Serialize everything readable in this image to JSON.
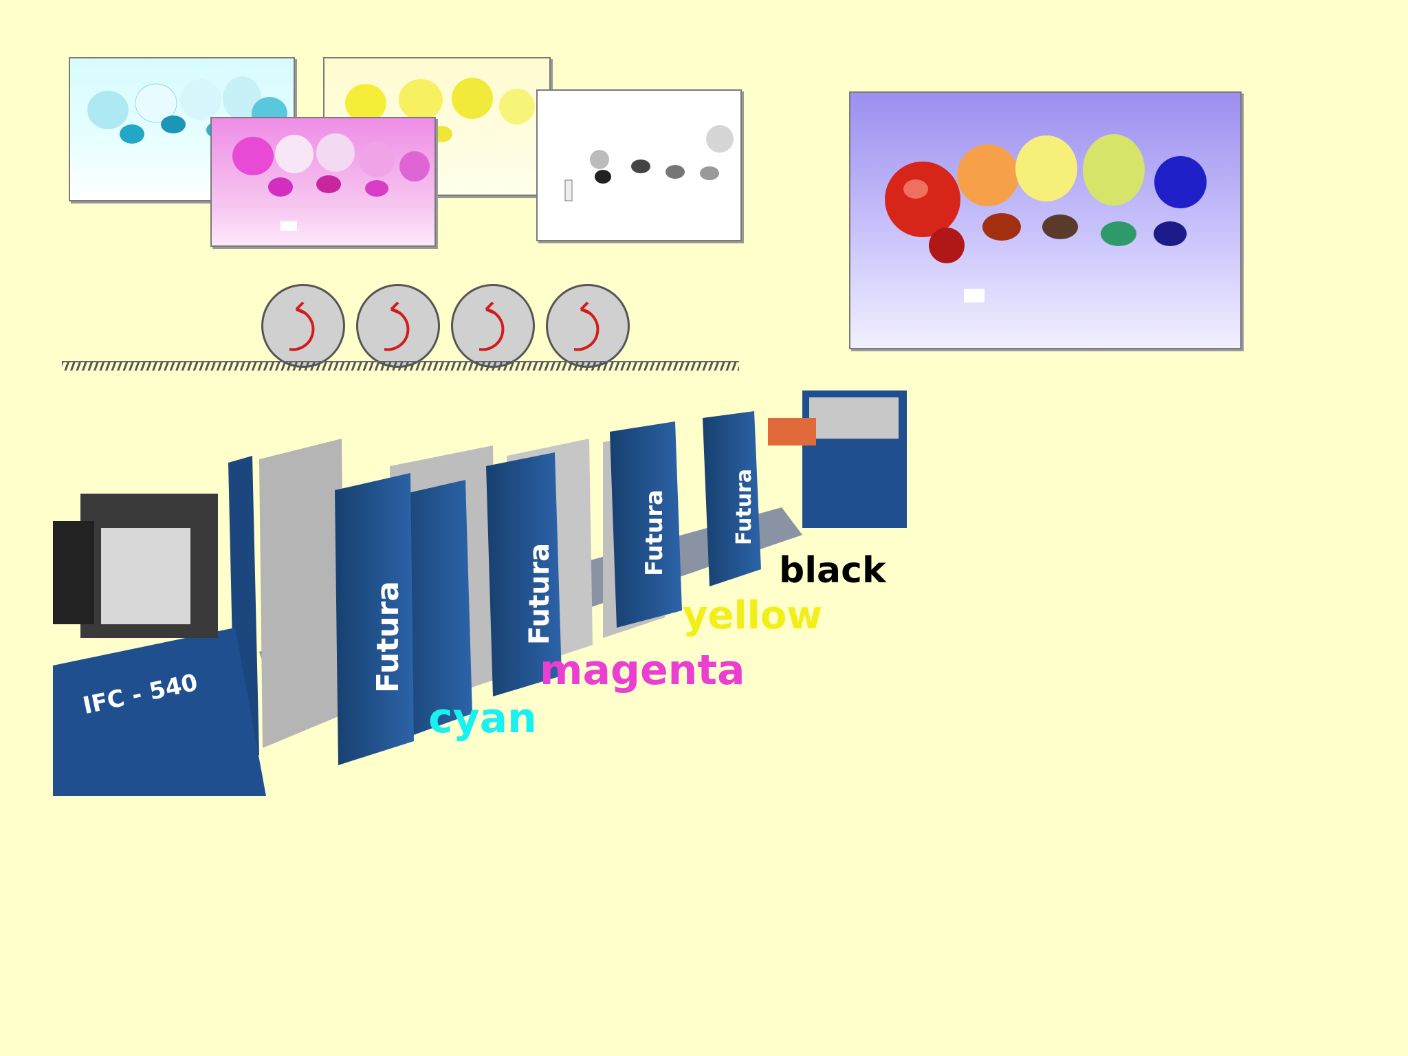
{
  "colors": {
    "background": "#ffffcc",
    "cyan": "#19f0f0",
    "magenta": "#ea3fd0",
    "yellow": "#f2ee18",
    "black": "#000000",
    "roller_arrow": "#d11c1c",
    "press_blue": "#1f4f8f"
  },
  "color_labels": {
    "black": "black",
    "yellow": "yellow",
    "magenta": "magenta",
    "cyan": "cyan"
  },
  "press": {
    "model": "IFC - 540",
    "units": [
      "Futura",
      "Futura",
      "Futura",
      "Futura"
    ]
  },
  "separations": [
    "cyan",
    "magenta",
    "yellow",
    "black"
  ],
  "rollers": [
    "roller-cyan",
    "roller-magenta",
    "roller-yellow",
    "roller-black"
  ]
}
